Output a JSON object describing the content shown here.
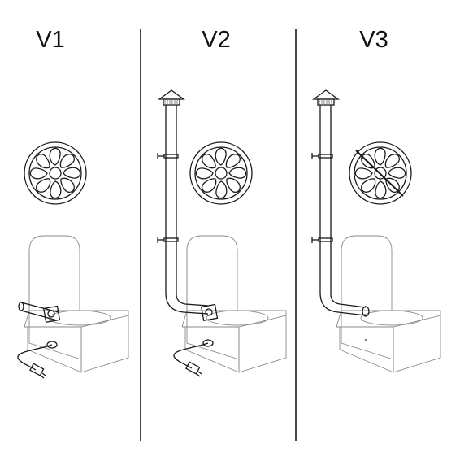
{
  "variants": [
    {
      "label": "V1",
      "fan_crossed": false,
      "has_pipe": false,
      "has_fan_unit": true
    },
    {
      "label": "V2",
      "fan_crossed": false,
      "has_pipe": true,
      "has_fan_unit": true
    },
    {
      "label": "V3",
      "fan_crossed": true,
      "has_pipe": true,
      "has_fan_unit": false
    }
  ],
  "colors": {
    "line": "#1a1a1a",
    "box": "#8a8a8a",
    "background": "#ffffff"
  },
  "icons": [
    "fan-icon",
    "ventilation-pipe-icon",
    "chimney-cap-icon",
    "toilet-box-icon",
    "power-plug-icon"
  ]
}
